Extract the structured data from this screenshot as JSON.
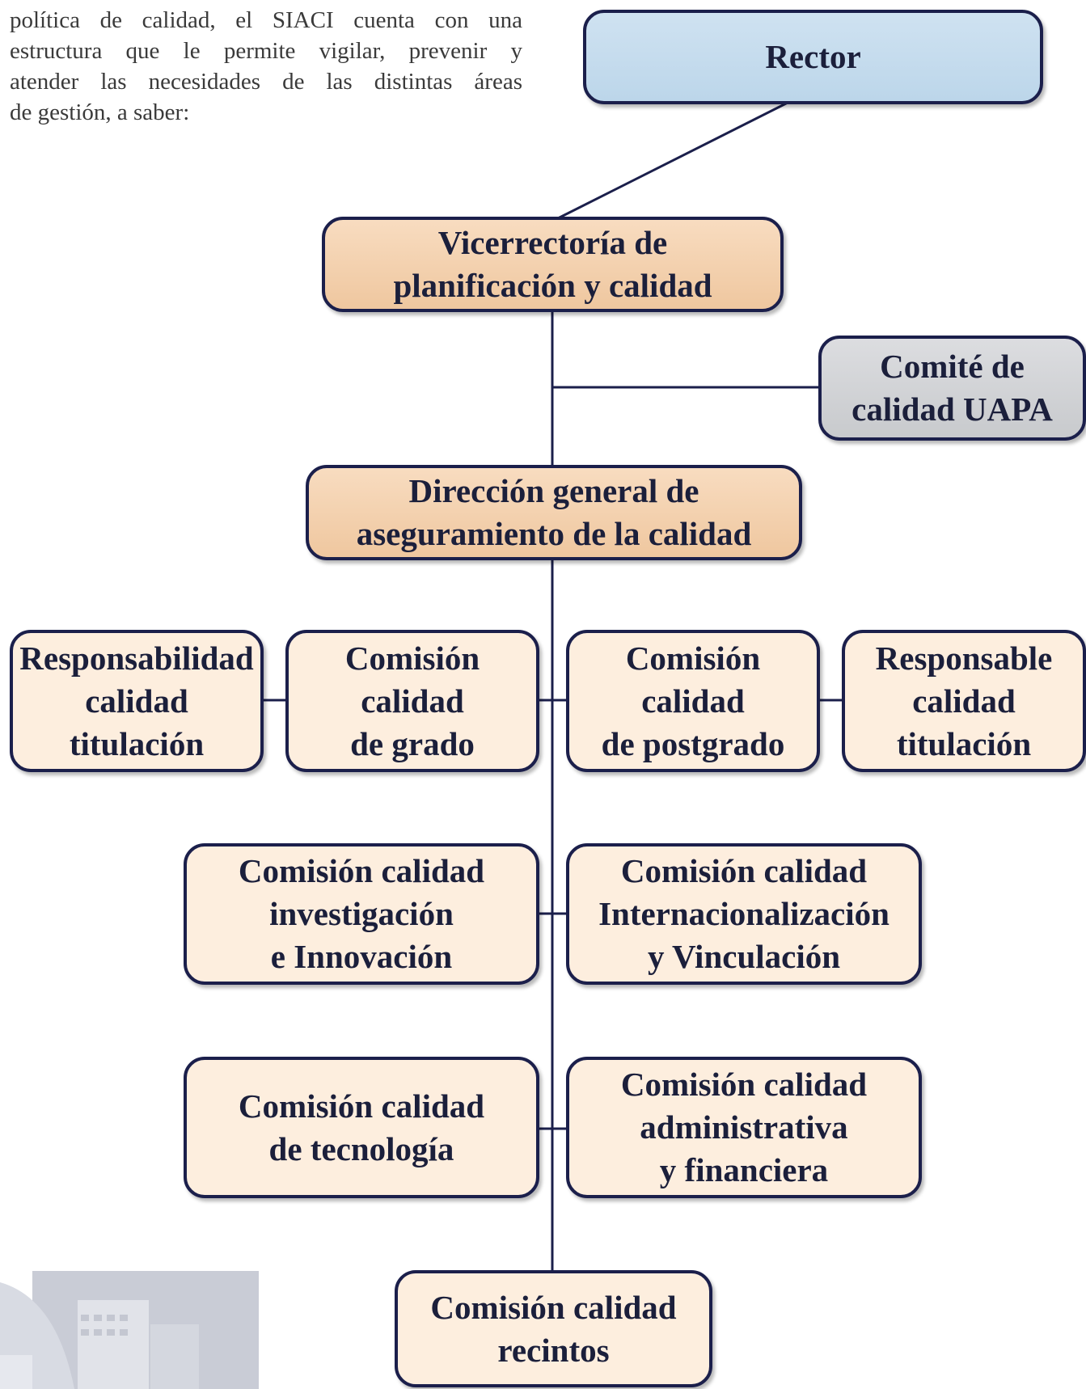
{
  "intro": {
    "lines": [
      "política de calidad, el SIACI cuenta con una",
      "estructura que le permite vigilar, prevenir y",
      "atender las necesidades de las distintas áreas",
      "de gestión, a saber:"
    ]
  },
  "org_chart": {
    "rector": "Rector",
    "vicerrectoria": "Vicerrectoría de\nplanificación y calidad",
    "comite": "Comité de\ncalidad UAPA",
    "direccion": "Dirección general de\naseguramiento de la calidad",
    "resp_calidad_titulacion_left": "Responsabilidad\ncalidad\ntitulación",
    "comision_grado": "Comisión\ncalidad\nde grado",
    "comision_postgrado": "Comisión\ncalidad\nde postgrado",
    "resp_calidad_titulacion_right": "Responsable\ncalidad\ntitulación",
    "comision_investigacion": "Comisión calidad\ninvestigación\ne Innovación",
    "comision_internacionalizacion": "Comisión calidad\nInternacionalización\ny Vinculación",
    "comision_tecnologia": "Comisión calidad\nde tecnología",
    "comision_administrativa": "Comisión calidad\nadministrativa\ny financiera",
    "comision_recintos": "Comisión calidad\nrecintos"
  },
  "colors": {
    "border": "#1b1f4b",
    "rector_fill": "#c6dcee",
    "management_fill": "#f2cda8",
    "committee_fill": "#d3d5d8",
    "commission_fill": "#fdeede"
  }
}
